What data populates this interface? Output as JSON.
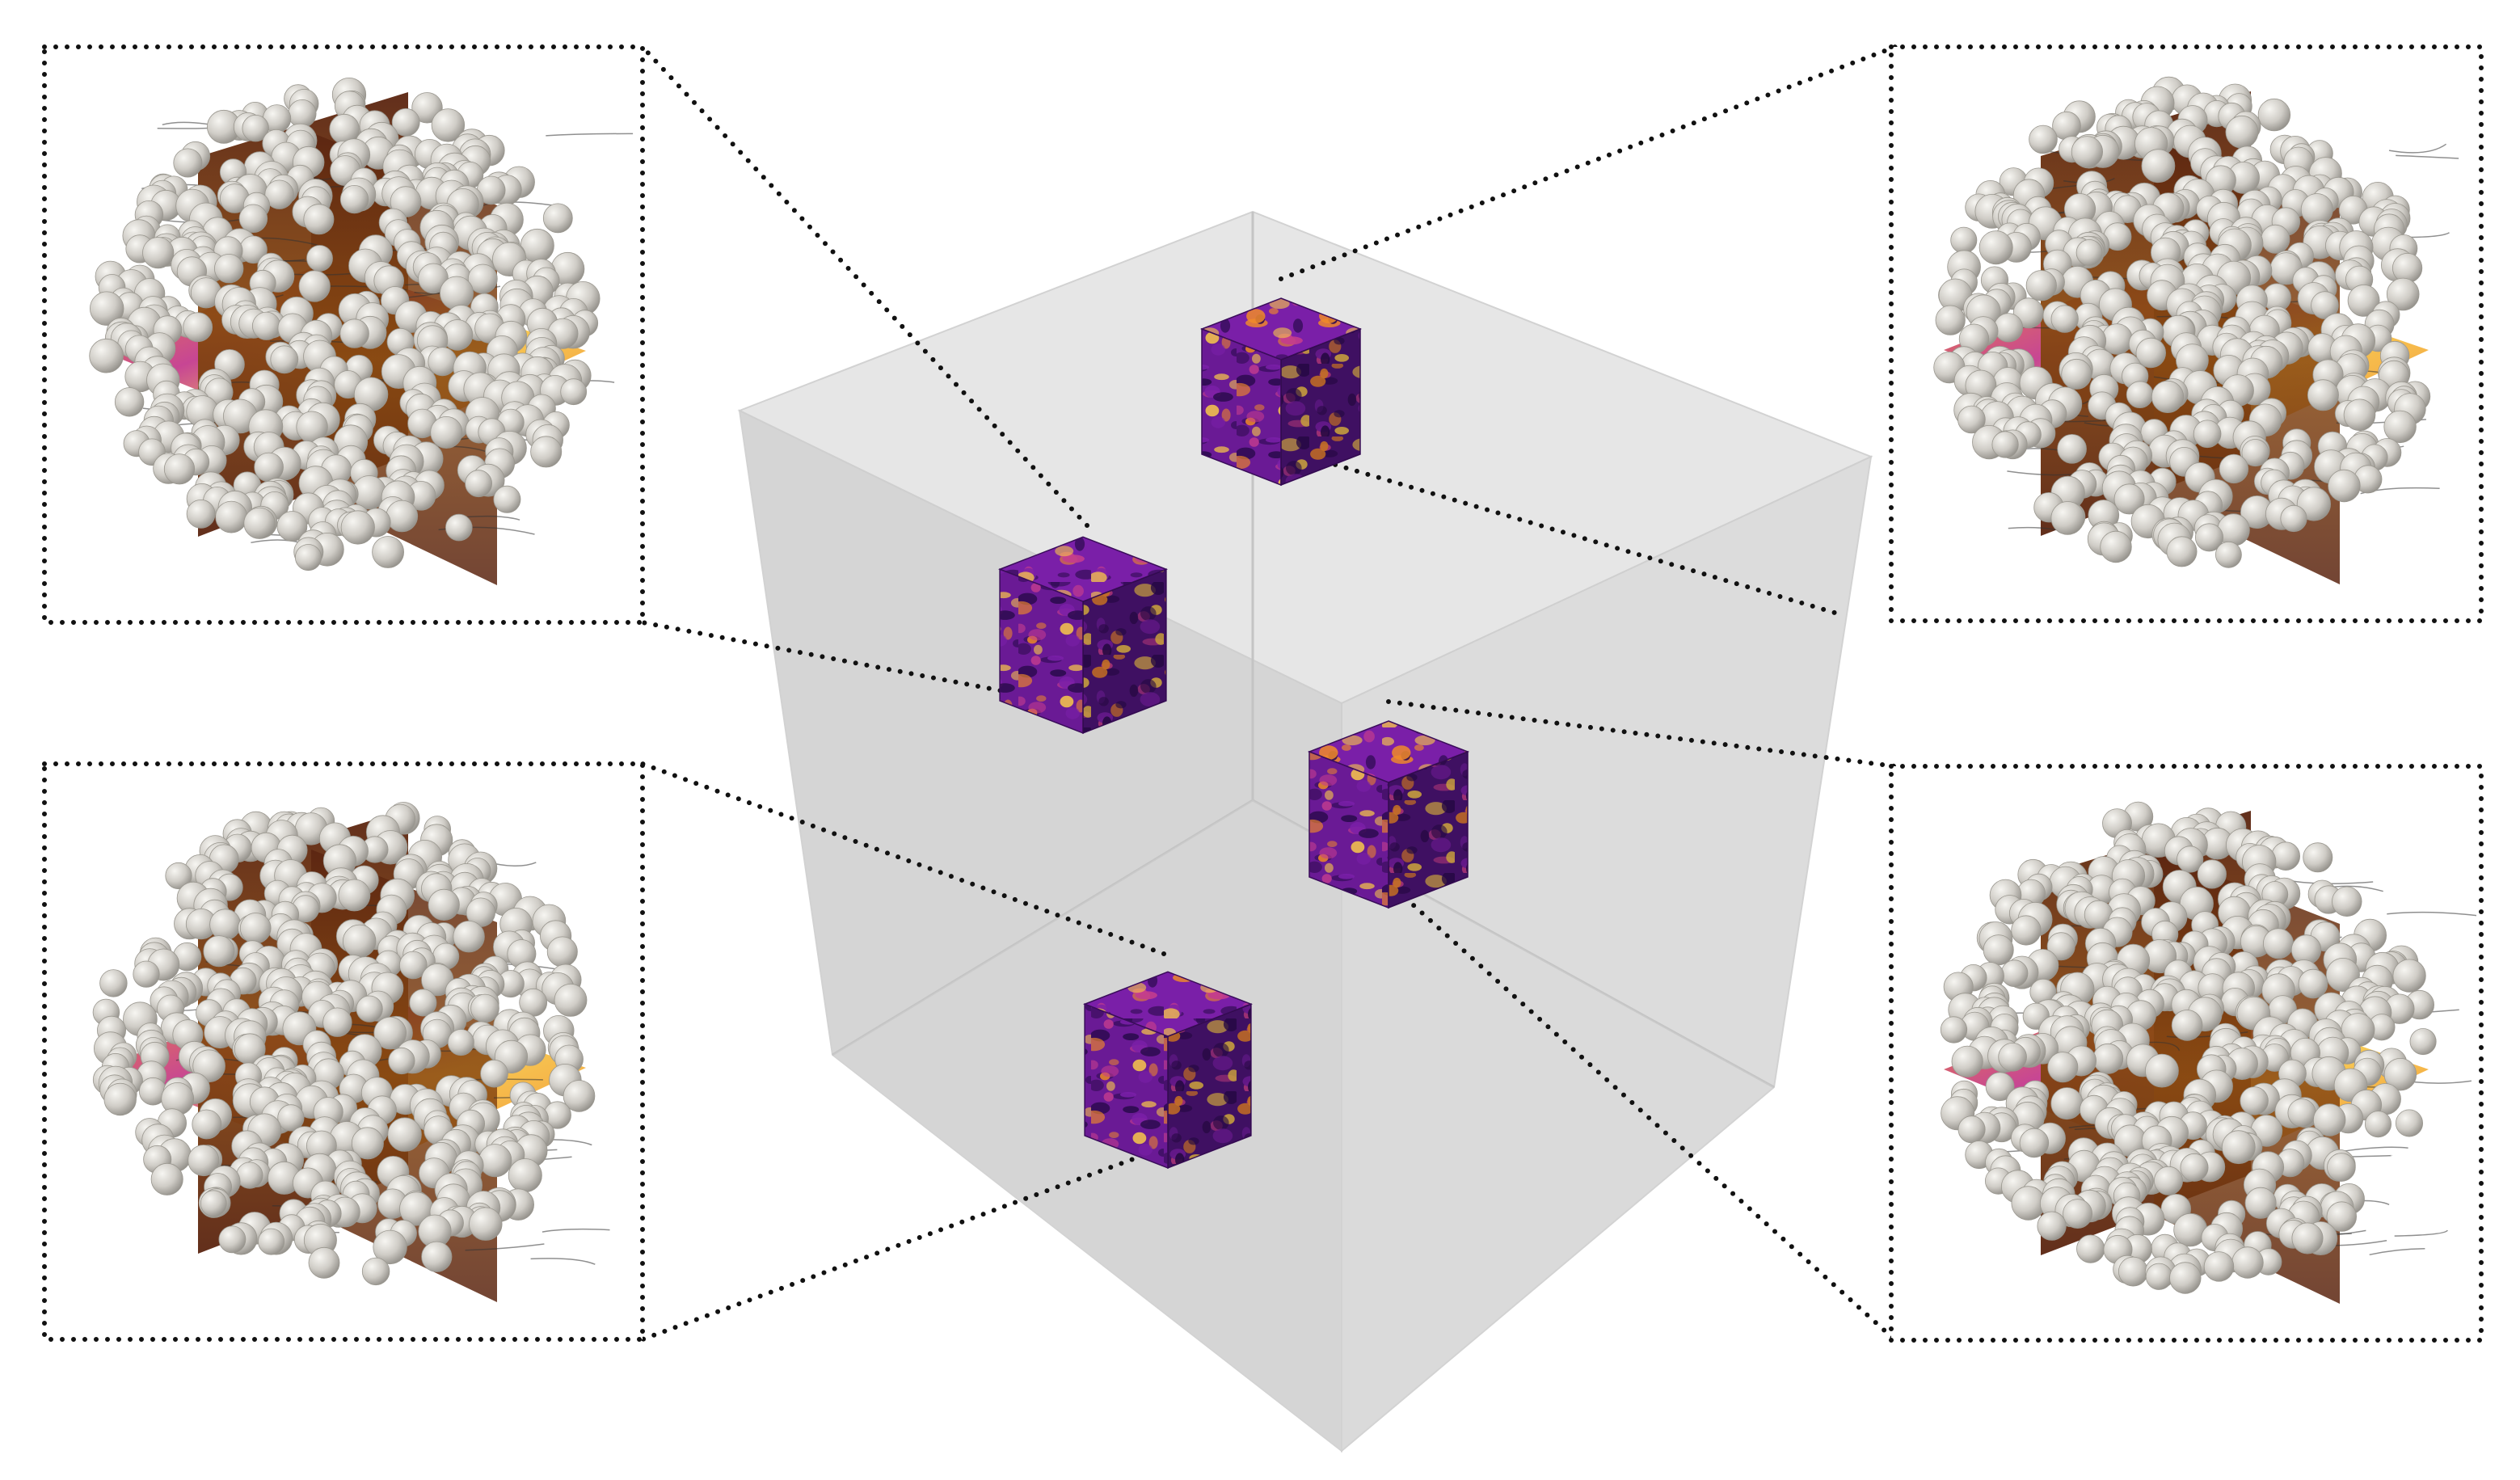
{
  "figure": {
    "insets": [
      {
        "id": "top-left",
        "pattern_seed": 11
      },
      {
        "id": "top-right",
        "pattern_seed": 23
      },
      {
        "id": "bottom-left",
        "pattern_seed": 37
      },
      {
        "id": "bottom-right",
        "pattern_seed": 53
      }
    ],
    "subcubes": [
      {
        "id": "upper-back",
        "links_to": "top-right"
      },
      {
        "id": "upper-left",
        "links_to": "top-left"
      },
      {
        "id": "middle-right",
        "links_to": "bottom-right"
      },
      {
        "id": "lower-front",
        "links_to": "bottom-left"
      }
    ],
    "colors": {
      "background": "#ffffff",
      "domain_top": "#e4e4e4",
      "domain_left": "#d2d2d2",
      "domain_right": "#dadada",
      "domain_edge": "#cfcfcf",
      "sphere_light": "#f7f6f2",
      "sphere_mid": "#cfccc6",
      "sphere_dark": "#8f8c86",
      "field_dark": "#2c0a4f",
      "field_purple": "#7a1fa8",
      "field_magenta": "#c43c8e",
      "field_orange": "#f0892a",
      "field_yellow": "#f7c64a",
      "slice_brown": "#5a2410",
      "connector": "#111111"
    },
    "icons": {
      "inset_frame": "dotted-rectangle",
      "connector": "dotted-line",
      "particle": "sphere-icon"
    }
  }
}
